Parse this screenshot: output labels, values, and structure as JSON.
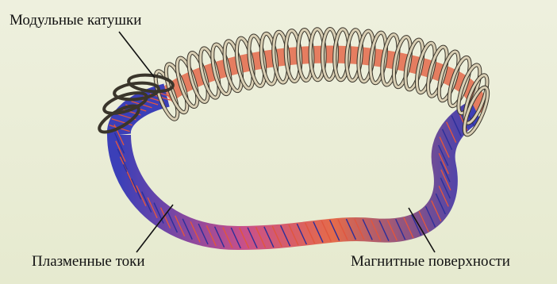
{
  "labels": {
    "modular_coils": "Модульные катушки",
    "plasma_currents": "Плазменные токи",
    "magnetic_surfaces": "Магнитные поверхности"
  },
  "colors": {
    "background": "#e9ecd9",
    "coil": "#d9cfb4",
    "coil_outline": "#3a352b",
    "plasma_blue": "#2b2f9a",
    "plasma_red": "#e0563e",
    "leader": "#111111"
  }
}
